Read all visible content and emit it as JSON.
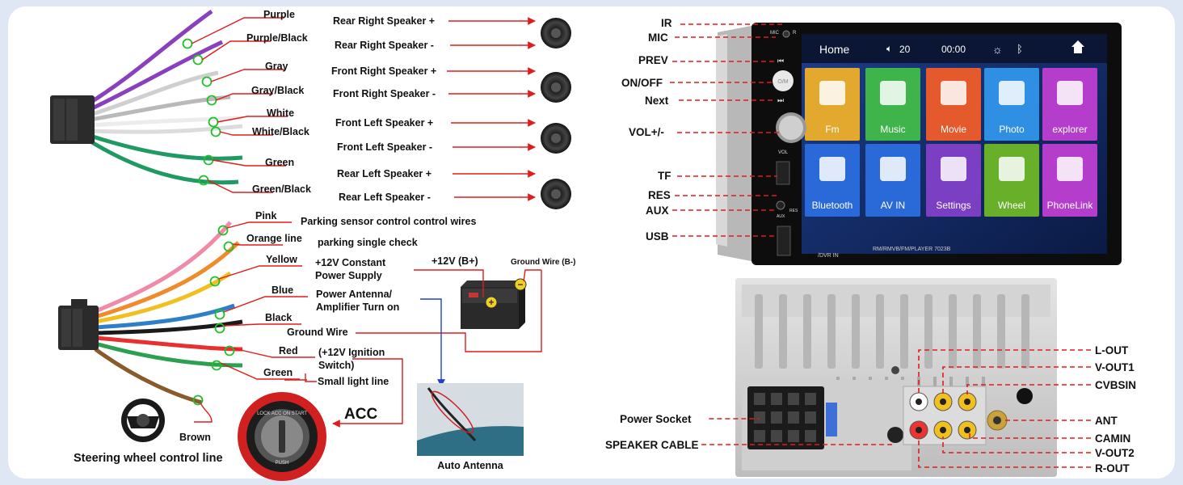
{
  "top_wires": [
    {
      "color_name": "Purple",
      "function": "Rear Right Speaker +"
    },
    {
      "color_name": "Purple/Black",
      "function": "Rear Right Speaker -"
    },
    {
      "color_name": "Gray",
      "function": "Front Right Speaker +"
    },
    {
      "color_name": "Gray/Black",
      "function": "Front Right Speaker -"
    },
    {
      "color_name": "White",
      "function": "Front Left Speaker +"
    },
    {
      "color_name": "White/Black",
      "function": "Front Left Speaker -"
    },
    {
      "color_name": "Green",
      "function": "Rear Left Speaker +"
    },
    {
      "color_name": "Green/Black",
      "function": "Rear Left Speaker -"
    }
  ],
  "bottom_wires": [
    {
      "color_name": "Pink",
      "function": "Parking sensor control control wires"
    },
    {
      "color_name": "Orange line",
      "function": "parking single check"
    },
    {
      "color_name": "Yellow",
      "function_line1": "+12V Constant",
      "function_line2": "Power Supply"
    },
    {
      "color_name": "Blue",
      "function_line1": "Power Antenna/",
      "function_line2": "Amplifier Turn on"
    },
    {
      "color_name": "Black",
      "function": "Ground Wire"
    },
    {
      "color_name": "Red",
      "function_line1": "(+12V Ignition",
      "function_line2": "Switch)"
    },
    {
      "color_name": "Green",
      "function": "Small light line"
    },
    {
      "color_name": "Brown"
    }
  ],
  "battery": {
    "positive": "+12V  (B+)",
    "negative": "Ground Wire (B-)"
  },
  "acc_label": "ACC",
  "antenna_caption": "Auto Antenna",
  "steering_caption": "Steering wheel control line",
  "front_labels": [
    "IR",
    "MIC",
    "PREV",
    "ON/OFF",
    "Next",
    "VOL+/-",
    "TF",
    "RES",
    "AUX",
    "USB"
  ],
  "screen": {
    "home": "Home",
    "volume": "20",
    "time": "00:00",
    "tiles": [
      "Fm",
      "Music",
      "Movie",
      "Photo",
      "explorer",
      "Bluetooth",
      "AV IN",
      "Settings",
      "Wheel",
      "PhoneLink"
    ],
    "model": "RM/RMVB/FM/PLAYER  7023B",
    "dvr": "/DVR IN",
    "bezel_mic": "MIC",
    "bezel_rst": "R",
    "bezel_om": "O/M",
    "bezel_vol": "VOL",
    "bezel_res": "RES",
    "bezel_aux": "AUX"
  },
  "tile_colors": [
    "#e3a92f",
    "#3eb44a",
    "#e55a2c",
    "#2f8fe3",
    "#b43ecb",
    "#2a6ad8",
    "#2a6ad8",
    "#7b3fc4",
    "#68b02a",
    "#b43ecb"
  ],
  "back_left_labels": [
    "Power Socket",
    "SPEAKER CABLE"
  ],
  "back_right_labels": [
    "L-OUT",
    "V-OUT1",
    "CVBSIN",
    "ANT",
    "CAMIN",
    "V-OUT2",
    "R-OUT"
  ]
}
